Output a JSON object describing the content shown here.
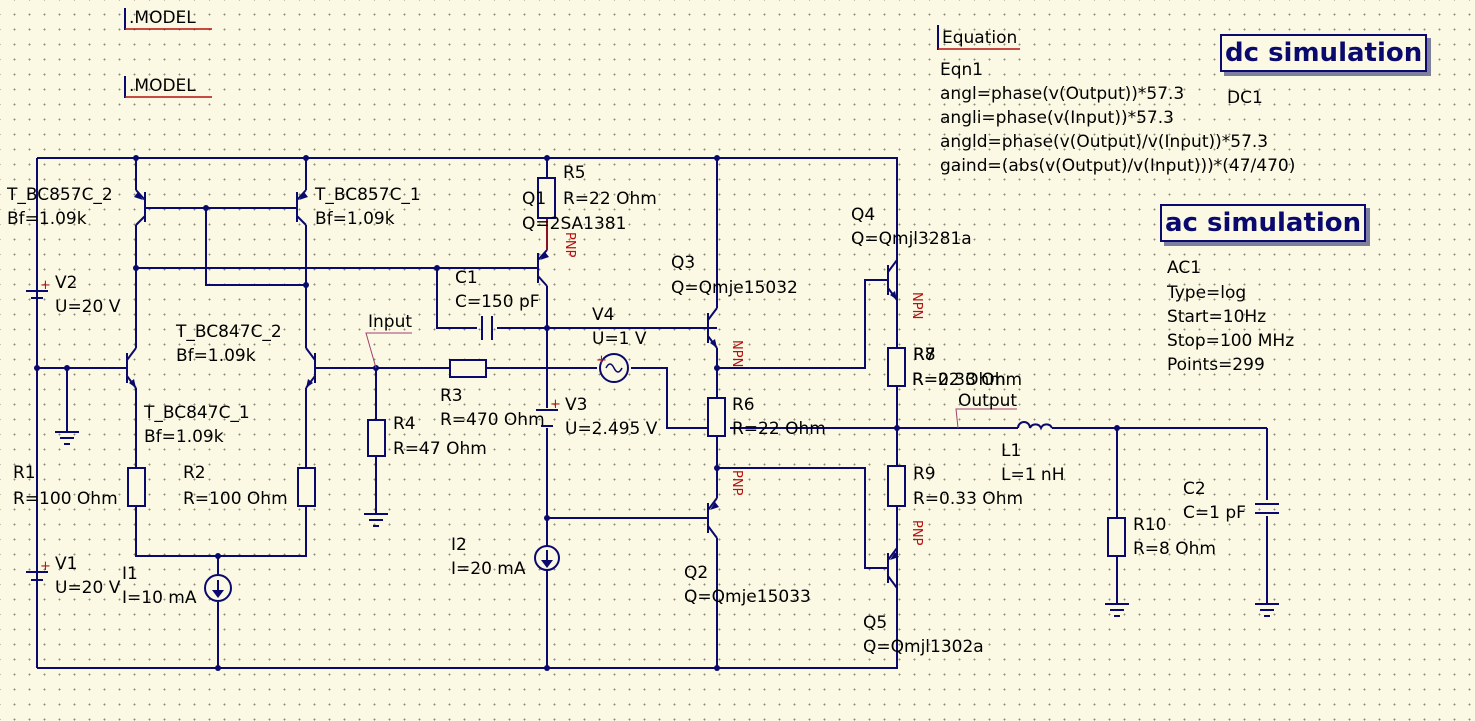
{
  "model_blocks": [
    ".MODEL",
    ".MODEL"
  ],
  "equation": {
    "header": "Equation",
    "name": "Eqn1",
    "lines": [
      "angl=phase(v(Output))*57.3",
      "angli=phase(v(Input))*57.3",
      "angld=phase(v(Output)/v(Input))*57.3",
      "gaind=(abs(v(Output)/v(Input)))*(47/470)"
    ]
  },
  "dc_sim": {
    "title": "dc simulation",
    "name": "DC1"
  },
  "ac_sim": {
    "title": "ac simulation",
    "name": "AC1",
    "params": [
      "Type=log",
      "Start=10Hz",
      "Stop=100 MHz",
      "Points=299"
    ]
  },
  "components": {
    "t857_2": {
      "name": "T_BC857C_2",
      "param": "Bf=1.09k"
    },
    "t857_1": {
      "name": "T_BC857C_1",
      "param": "Bf=1.09k"
    },
    "t847_2": {
      "name": "T_BC847C_2",
      "param": "Bf=1.09k"
    },
    "t847_1": {
      "name": "T_BC847C_1",
      "param": "Bf=1.09k"
    },
    "v2": {
      "name": "V2",
      "param": "U=20 V"
    },
    "v1": {
      "name": "V1",
      "param": "U=20 V"
    },
    "r1": {
      "name": "R1",
      "param": "R=100 Ohm"
    },
    "r2": {
      "name": "R2",
      "param": "R=100 Ohm"
    },
    "i1": {
      "name": "I1",
      "param": "I=10 mA"
    },
    "r4": {
      "name": "R4",
      "param": "R=47 Ohm"
    },
    "r3": {
      "name": "R3",
      "param": "R=470 Ohm"
    },
    "r5": {
      "name": "R5",
      "param": "R=22 Ohm"
    },
    "q1": {
      "name": "Q1",
      "param": "Q=2SA1381"
    },
    "c1": {
      "name": "C1",
      "param": "C=150 pF"
    },
    "v4": {
      "name": "V4",
      "param": "U=1 V"
    },
    "v3": {
      "name": "V3",
      "param": "U=2.495 V"
    },
    "i2": {
      "name": "I2",
      "param": "I=20 mA"
    },
    "q3": {
      "name": "Q3",
      "param": "Q=Qmje15032"
    },
    "q2": {
      "name": "Q2",
      "param": "Q=Qmje15033"
    },
    "r6": {
      "name": "R6",
      "param": "R=22 Ohm"
    },
    "q4": {
      "name": "Q4",
      "param": "Q=Qmjl3281a"
    },
    "q5": {
      "name": "Q5",
      "param": "Q=Qmjl1302a"
    },
    "r7": {
      "name": "R7",
      "param": "R=0.33 Ohm"
    },
    "r8": {
      "name": "R8",
      "param": "R=22 Ohm"
    },
    "r9": {
      "name": "R9",
      "param": "R=0.33 Ohm"
    },
    "l1": {
      "name": "L1",
      "param": "L=1 nH"
    },
    "r10": {
      "name": "R10",
      "param": "R=8 Ohm"
    },
    "c2": {
      "name": "C2",
      "param": "C=1 pF"
    }
  },
  "wire_labels": {
    "input": "Input",
    "output": "Output"
  },
  "pin_types": {
    "pnp": "PNP",
    "npn": "NPN"
  },
  "colors": {
    "wire": "#0a0a6e",
    "pin": "#b8110f",
    "background": "#fbf9e3"
  }
}
